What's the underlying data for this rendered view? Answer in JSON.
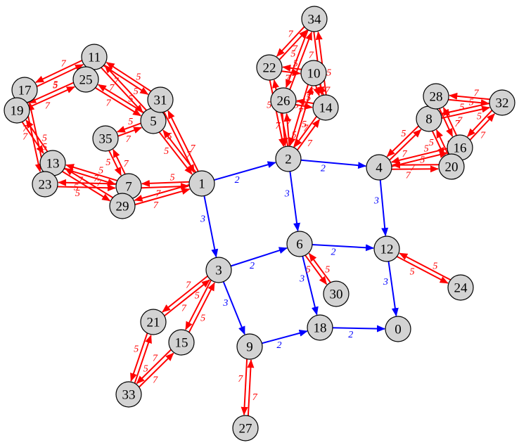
{
  "colors": {
    "node_fill": "#d3d3d3",
    "node_stroke": "#000000",
    "blue_edge": "#0000ff",
    "red_edge": "#ff0000",
    "label_text": "#000000"
  },
  "nodes": [
    {
      "id": "0"
    },
    {
      "id": "1"
    },
    {
      "id": "2"
    },
    {
      "id": "3"
    },
    {
      "id": "4"
    },
    {
      "id": "5"
    },
    {
      "id": "6"
    },
    {
      "id": "7"
    },
    {
      "id": "8"
    },
    {
      "id": "9"
    },
    {
      "id": "10"
    },
    {
      "id": "11"
    },
    {
      "id": "12"
    },
    {
      "id": "13"
    },
    {
      "id": "14"
    },
    {
      "id": "15"
    },
    {
      "id": "16"
    },
    {
      "id": "17"
    },
    {
      "id": "18"
    },
    {
      "id": "19"
    },
    {
      "id": "20"
    },
    {
      "id": "21"
    },
    {
      "id": "22"
    },
    {
      "id": "23"
    },
    {
      "id": "24"
    },
    {
      "id": "25"
    },
    {
      "id": "26"
    },
    {
      "id": "27"
    },
    {
      "id": "28"
    },
    {
      "id": "29"
    },
    {
      "id": "30"
    },
    {
      "id": "31"
    },
    {
      "id": "32"
    },
    {
      "id": "33"
    },
    {
      "id": "34"
    },
    {
      "id": "35"
    }
  ],
  "blue_edges": [
    {
      "from": "1",
      "to": "2",
      "label": "2"
    },
    {
      "from": "2",
      "to": "4",
      "label": "2"
    },
    {
      "from": "1",
      "to": "3",
      "label": "3"
    },
    {
      "from": "2",
      "to": "6",
      "label": "3"
    },
    {
      "from": "4",
      "to": "12",
      "label": "3"
    },
    {
      "from": "3",
      "to": "6",
      "label": "2"
    },
    {
      "from": "6",
      "to": "12",
      "label": "2"
    },
    {
      "from": "3",
      "to": "9",
      "label": "3"
    },
    {
      "from": "6",
      "to": "18",
      "label": "3"
    },
    {
      "from": "12",
      "to": "0",
      "label": "3"
    },
    {
      "from": "9",
      "to": "18",
      "label": "2"
    },
    {
      "from": "18",
      "to": "0",
      "label": "2"
    }
  ],
  "red_pairs": [
    {
      "a": "1",
      "b": "7",
      "label_ab": "5",
      "label_ba": "7"
    },
    {
      "a": "1",
      "b": "5",
      "label_ab": "7",
      "label_ba": "5"
    },
    {
      "a": "1",
      "b": "31",
      "label_ab": "7",
      "label_ba": "5"
    },
    {
      "a": "1",
      "b": "29",
      "label_ab": "",
      "label_ba": "7"
    },
    {
      "a": "5",
      "b": "35",
      "label_ab": "5",
      "label_ba": "7"
    },
    {
      "a": "5",
      "b": "25",
      "label_ab": "5",
      "label_ba": "7"
    },
    {
      "a": "5",
      "b": "11",
      "label_ab": "5",
      "label_ba": "7"
    },
    {
      "a": "31",
      "b": "11",
      "label_ab": "5",
      "label_ba": "7"
    },
    {
      "a": "11",
      "b": "17",
      "label_ab": "7",
      "label_ba": "5"
    },
    {
      "a": "25",
      "b": "19",
      "label_ab": "5",
      "label_ba": "7"
    },
    {
      "a": "17",
      "b": "23",
      "label_ab": "7",
      "label_ba": "5"
    },
    {
      "a": "19",
      "b": "13",
      "label_ab": "7",
      "label_ba": "5"
    },
    {
      "a": "13",
      "b": "7",
      "label_ab": "7",
      "label_ba": "5"
    },
    {
      "a": "13",
      "b": "29",
      "label_ab": "5",
      "label_ba": "7"
    },
    {
      "a": "23",
      "b": "7",
      "label_ab": "5",
      "label_ba": "7"
    },
    {
      "a": "7",
      "b": "35",
      "label_ab": "7",
      "label_ba": "5"
    },
    {
      "a": "2",
      "b": "22",
      "label_ab": "7",
      "label_ba": "5"
    },
    {
      "a": "2",
      "b": "26",
      "label_ab": "5",
      "label_ba": "7"
    },
    {
      "a": "2",
      "b": "10",
      "label_ab": "7",
      "label_ba": "5"
    },
    {
      "a": "2",
      "b": "14",
      "label_ab": "7",
      "label_ba": "5"
    },
    {
      "a": "22",
      "b": "34",
      "label_ab": "5",
      "label_ba": "7"
    },
    {
      "a": "22",
      "b": "10",
      "label_ab": "7",
      "label_ba": "5"
    },
    {
      "a": "26",
      "b": "34",
      "label_ab": "5",
      "label_ba": "7"
    },
    {
      "a": "10",
      "b": "14",
      "label_ab": "5",
      "label_ba": "7"
    },
    {
      "a": "14",
      "b": "26",
      "label_ab": "5",
      "label_ba": "7"
    },
    {
      "a": "34",
      "b": "14",
      "label_ab": "7",
      "label_ba": "5"
    },
    {
      "a": "4",
      "b": "8",
      "label_ab": "7",
      "label_ba": "5"
    },
    {
      "a": "4",
      "b": "16",
      "label_ab": "7",
      "label_ba": "5"
    },
    {
      "a": "4",
      "b": "20",
      "label_ab": "7",
      "label_ba": "5"
    },
    {
      "a": "28",
      "b": "32",
      "label_ab": "5",
      "label_ba": "7"
    },
    {
      "a": "28",
      "b": "16",
      "label_ab": "5",
      "label_ba": "7"
    },
    {
      "a": "8",
      "b": "32",
      "label_ab": "7",
      "label_ba": "5"
    },
    {
      "a": "8",
      "b": "20",
      "label_ab": "5",
      "label_ba": "7"
    },
    {
      "a": "16",
      "b": "32",
      "label_ab": "7",
      "label_ba": "5"
    },
    {
      "a": "12",
      "b": "24",
      "label_ab": "5",
      "label_ba": "5"
    },
    {
      "a": "6",
      "b": "30",
      "label_ab": "5",
      "label_ba": "5"
    },
    {
      "a": "3",
      "b": "21",
      "label_ab": "7",
      "label_ba": "7"
    },
    {
      "a": "3",
      "b": "15",
      "label_ab": "5",
      "label_ba": "5"
    },
    {
      "a": "21",
      "b": "33",
      "label_ab": "5",
      "label_ba": "5"
    },
    {
      "a": "15",
      "b": "33",
      "label_ab": "7",
      "label_ba": "7"
    },
    {
      "a": "9",
      "b": "27",
      "label_ab": "7",
      "label_ba": "7"
    }
  ]
}
